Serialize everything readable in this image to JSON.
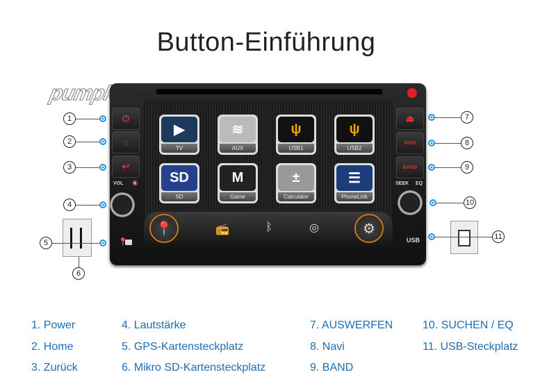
{
  "title": "Button-Einführung",
  "logo": "pumpkin",
  "unit": {
    "left_buttons": {
      "power_icon": "⏻",
      "home_icon": "⌂",
      "back_icon": "↩"
    },
    "vol_label": "VOL",
    "mute_icon": "🔇",
    "right_buttons": {
      "eject_icon": "⏏",
      "navi": "NAVI",
      "band": "BAND"
    },
    "seek_label": "SEEK",
    "eq_label": "EQ",
    "usb_label": "USB",
    "apps": [
      {
        "label": "TV",
        "icon": "▶",
        "color": "#1b3a5c"
      },
      {
        "label": "AUX",
        "icon": "≋",
        "color": "#bbb"
      },
      {
        "label": "USB1",
        "icon": "ψ",
        "color": "#111"
      },
      {
        "label": "USB2",
        "icon": "ψ",
        "color": "#111"
      },
      {
        "label": "SD",
        "icon": "SD",
        "color": "#27408b"
      },
      {
        "label": "Game",
        "icon": "M",
        "color": "#222"
      },
      {
        "label": "Calculator",
        "icon": "±",
        "color": "#999"
      },
      {
        "label": "PhoneLink",
        "icon": "☰",
        "color": "#1d3c7a"
      }
    ],
    "dock": {
      "gps_icon": "📍",
      "radio_icon": "📻",
      "bluetooth_icon": "ᛒ",
      "disc_icon": "◎",
      "settings_icon": "⚙"
    }
  },
  "callouts": [
    "1",
    "2",
    "3",
    "4",
    "5",
    "6",
    "7",
    "8",
    "9",
    "10",
    "11"
  ],
  "legend": [
    [
      "1. Power",
      "2. Home",
      "3. Zurück"
    ],
    [
      "4. Lautstärke",
      "5. GPS-Kartensteckplatz",
      "6. Mikro SD-Kartensteckplatz"
    ],
    [
      "7. AUSWERFEN",
      "8. Navi",
      "9. BAND"
    ],
    [
      "10. SUCHEN / EQ",
      "11. USB-Steckplatz"
    ]
  ]
}
